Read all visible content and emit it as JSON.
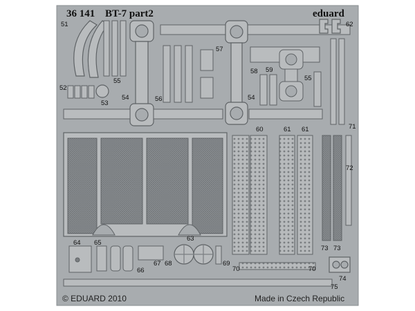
{
  "header": {
    "code": "36 141",
    "title": "BT-7 part2",
    "brand": "eduard"
  },
  "footer": {
    "copyright": "© EDUARD 2010",
    "origin": "Made in Czech Republic"
  },
  "part_numbers": {
    "p51": "51",
    "p52": "52",
    "p53": "53",
    "p54a": "54",
    "p54b": "54",
    "p55a": "55",
    "p55b": "55",
    "p56": "56",
    "p57": "57",
    "p58": "58",
    "p59": "59",
    "p60": "60",
    "p61a": "61",
    "p61b": "61",
    "p62": "62",
    "p63": "63",
    "p64": "64",
    "p65": "65",
    "p66": "66",
    "p67": "67",
    "p68": "68",
    "p69": "69",
    "p70a": "70",
    "p70b": "70",
    "p71": "71",
    "p72": "72",
    "p73a": "73",
    "p73b": "73",
    "p74": "74",
    "p75": "75"
  },
  "colors": {
    "fret": "#a8acaf",
    "part": "#b9bcbe",
    "edge": "#5e6265",
    "mesh": "#7c8083",
    "background": "#ffffff"
  }
}
